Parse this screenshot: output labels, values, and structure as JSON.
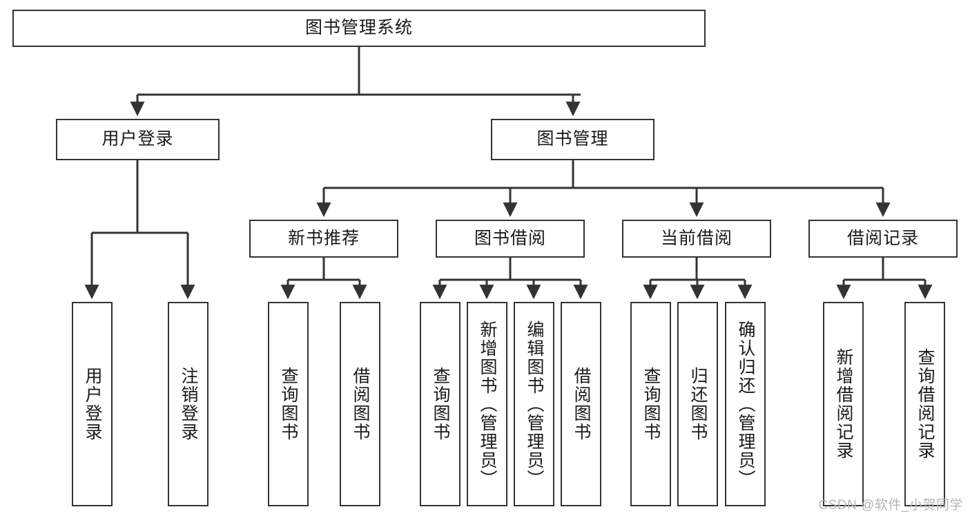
{
  "diagram": {
    "type": "tree",
    "title": "图书管理系统",
    "orientation": "top-down",
    "colors": {
      "background": "#ffffff",
      "box_border": "#333333",
      "box_fill": "#ffffff",
      "connector": "#333333",
      "text": "#1a1a1a",
      "watermark": "#b6b6b6"
    },
    "root": {
      "label": "图书管理系统"
    },
    "level2": [
      {
        "label": "用户登录"
      },
      {
        "label": "图书管理"
      }
    ],
    "level3": [
      {
        "label": "新书推荐"
      },
      {
        "label": "图书借阅"
      },
      {
        "label": "当前借阅"
      },
      {
        "label": "借阅记录"
      }
    ],
    "leaves": {
      "user_login": [
        {
          "label": "用户登录"
        },
        {
          "label": "注销登录"
        }
      ],
      "new_book": [
        {
          "label": "查询图书"
        },
        {
          "label": "借阅图书"
        }
      ],
      "book_borrow": [
        {
          "label": "查询图书"
        },
        {
          "label": "新增图书（管理员）"
        },
        {
          "label": "编辑图书（管理员）"
        },
        {
          "label": "借阅图书"
        }
      ],
      "current_borrow": [
        {
          "label": "查询图书"
        },
        {
          "label": "归还图书"
        },
        {
          "label": "确认归还（管理员）"
        }
      ],
      "borrow_record": [
        {
          "label": "新增借阅记录"
        },
        {
          "label": "查询借阅记录"
        }
      ]
    }
  },
  "watermark": {
    "text": "CSDN @软件_小贺同学"
  }
}
